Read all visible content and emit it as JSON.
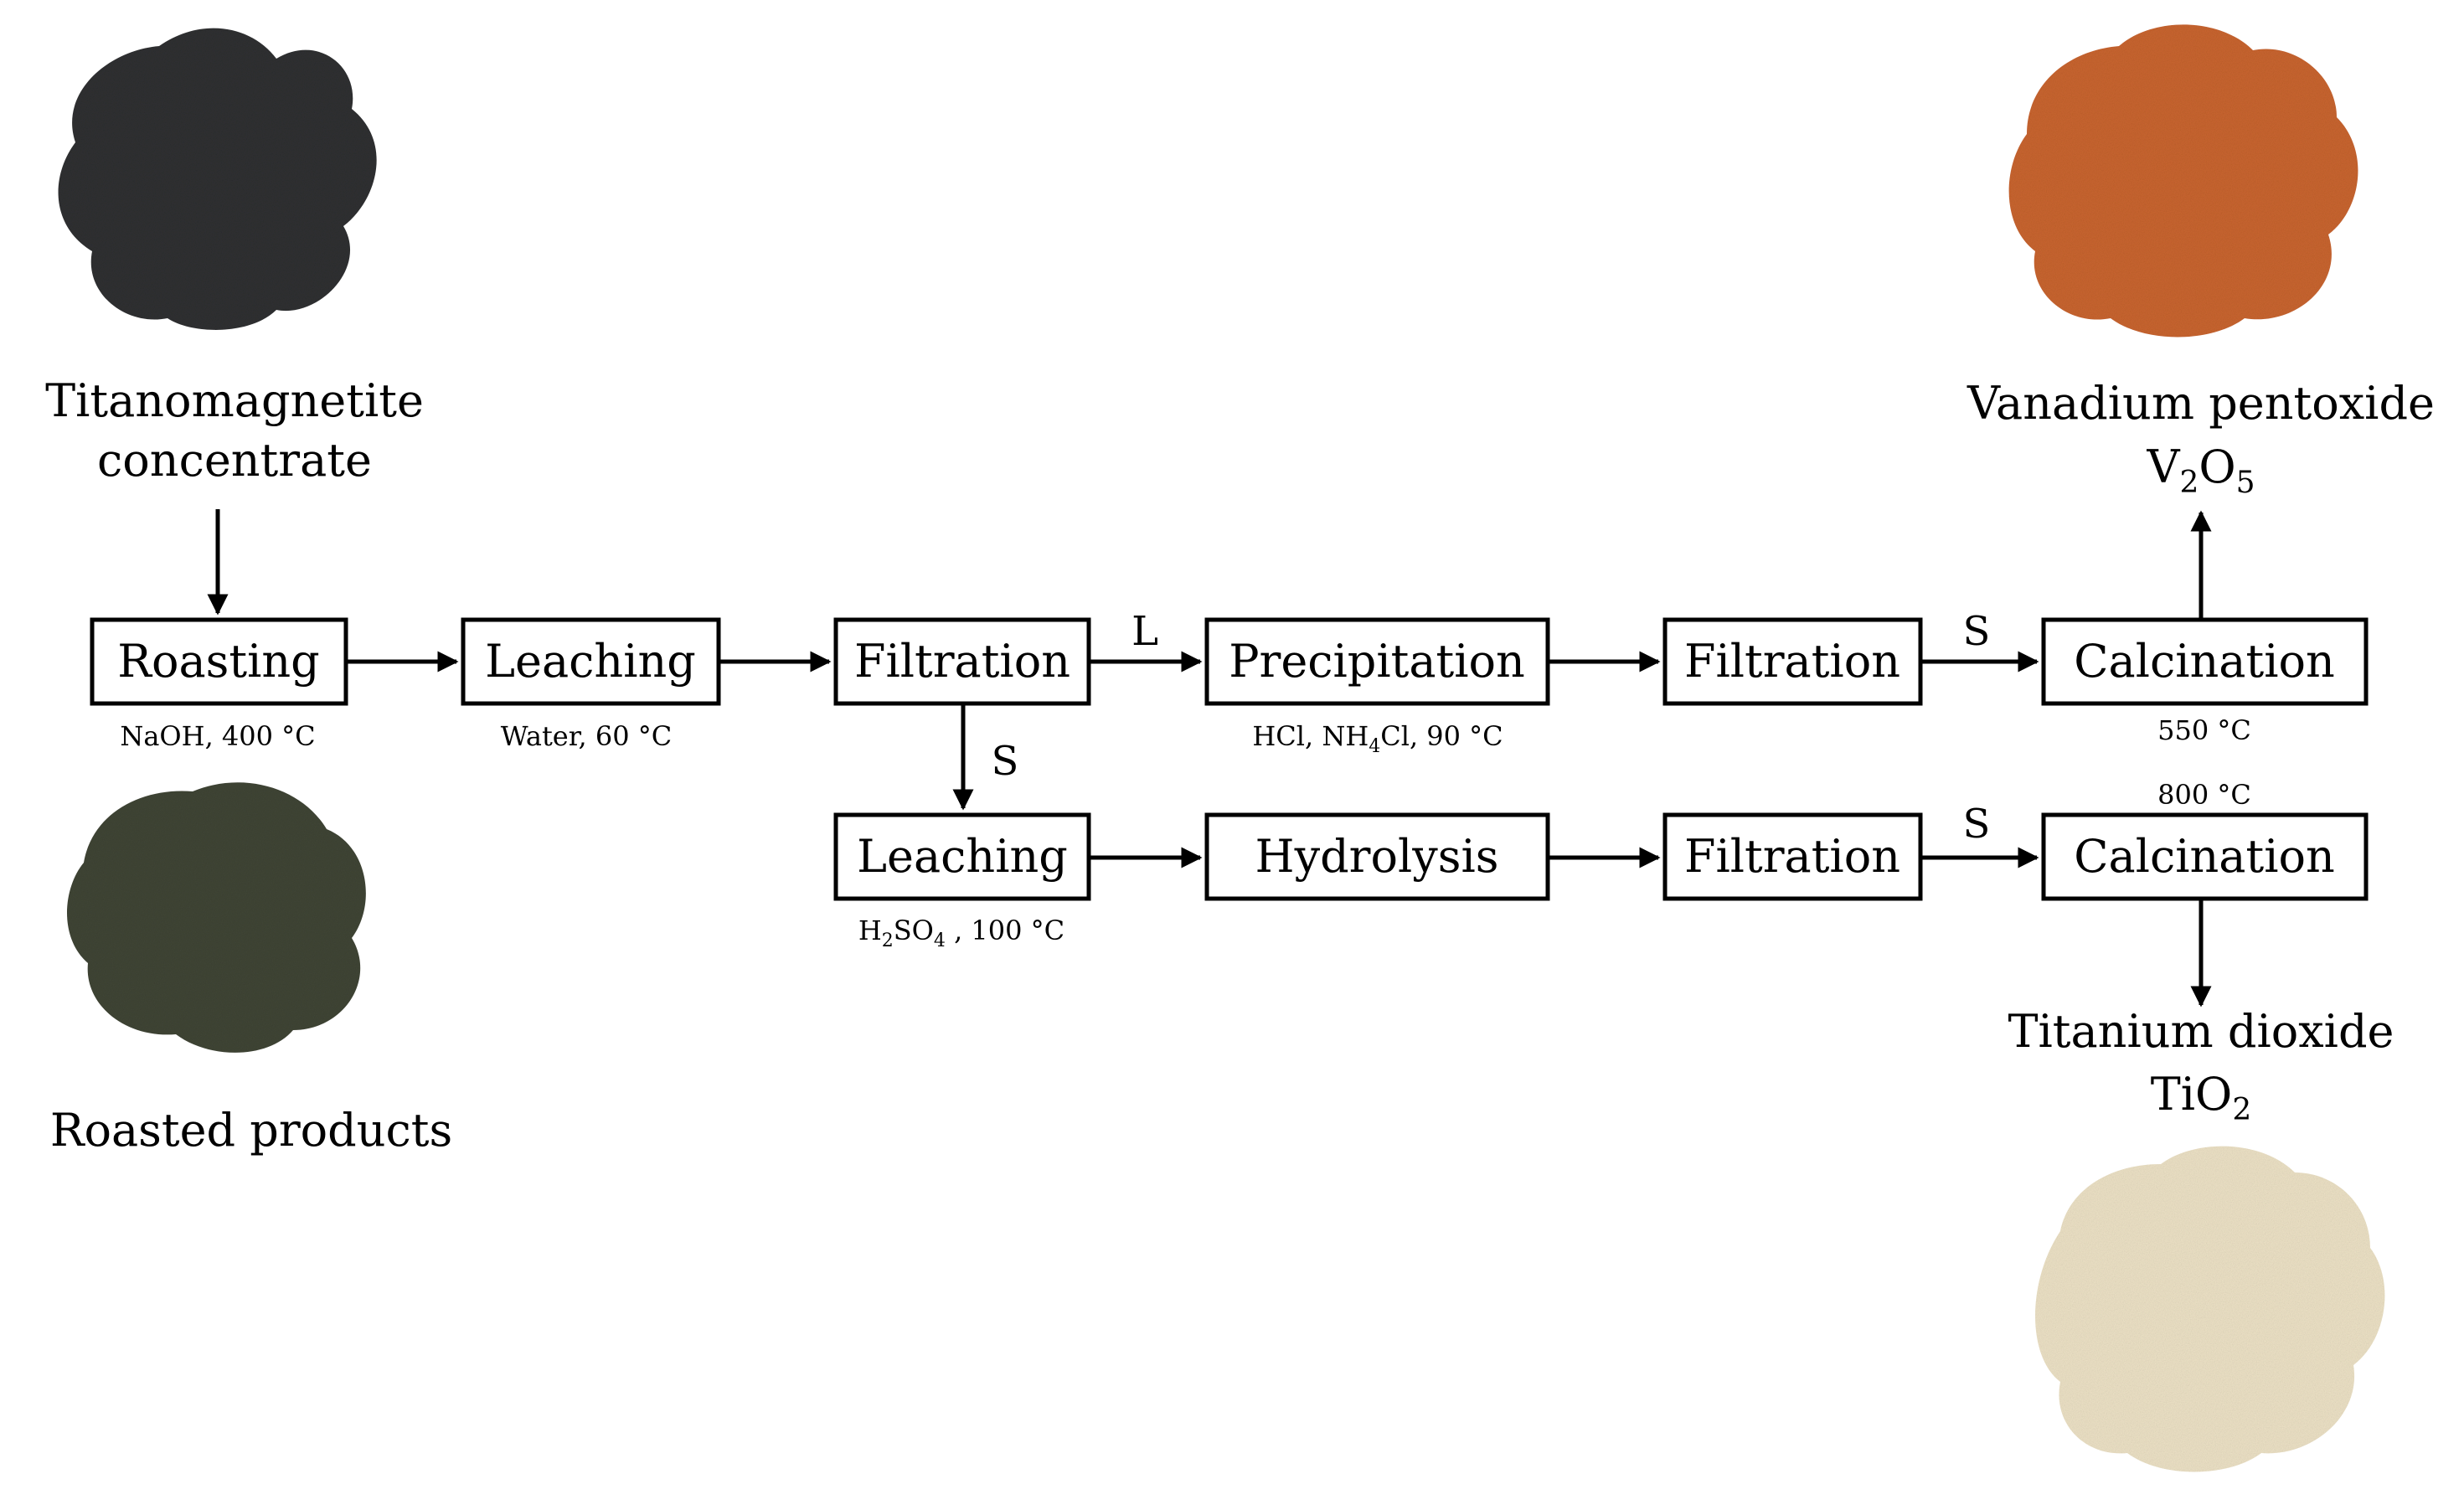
{
  "materials": {
    "titanomagnetite": {
      "line1": "Titanomagnetite",
      "line2": "concentrate",
      "color": "#2f3032"
    },
    "roasted": {
      "label": "Roasted products",
      "color": "#404535"
    },
    "vanadium": {
      "name": "Vanadium pentoxide",
      "formula_a": "V",
      "formula_sub1": "2",
      "formula_b": "O",
      "formula_sub2": "5",
      "color": "#c9652f"
    },
    "titanium": {
      "name": "Titanium dioxide",
      "formula_a": "TiO",
      "formula_sub": "2",
      "color": "#ede2c6"
    }
  },
  "boxes": {
    "roasting": "Roasting",
    "leaching_water": "Leaching",
    "filtration_1": "Filtration",
    "precipitation": "Precipitation",
    "filtration_2": "Filtration",
    "calcination_v": "Calcination",
    "leaching_acid": "Leaching",
    "hydrolysis": "Hydrolysis",
    "filtration_3": "Filtration",
    "calcination_ti": "Calcination"
  },
  "conditions": {
    "roasting": "NaOH, 400 °C",
    "leaching_water": "Water, 60 °C",
    "precipitation_a": "HCl, NH",
    "precipitation_sub": "4",
    "precipitation_b": "Cl, 90 °C",
    "leaching_acid_a": "H",
    "leaching_acid_sub1": "2",
    "leaching_acid_b": "SO",
    "leaching_acid_sub2": "4",
    "leaching_acid_c": " , 100 °C",
    "calcination_v": "550 °C",
    "calcination_ti": "800 °C"
  },
  "stream_labels": {
    "liquid": "L",
    "solid_1": "S",
    "solid_2": "S",
    "solid_3": "S"
  }
}
